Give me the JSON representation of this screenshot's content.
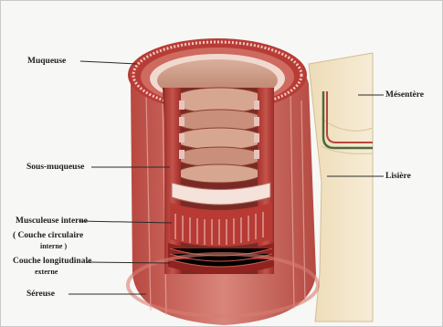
{
  "figure": {
    "labels": {
      "muqueuse": "Muqueuse",
      "sous_muqueuse": "Sous-muqueuse",
      "musculeuse": "Musculeuse interne",
      "couche_circulaire": "( Couche circulaire",
      "couche_circulaire_sub": "interne )",
      "couche_longitudinale": "Couche longitudinale",
      "couche_longitudinale_sub": "externe",
      "sereuse": "Séreuse",
      "mesentere": "Mésentère",
      "liseriere": "Lisière"
    }
  }
}
